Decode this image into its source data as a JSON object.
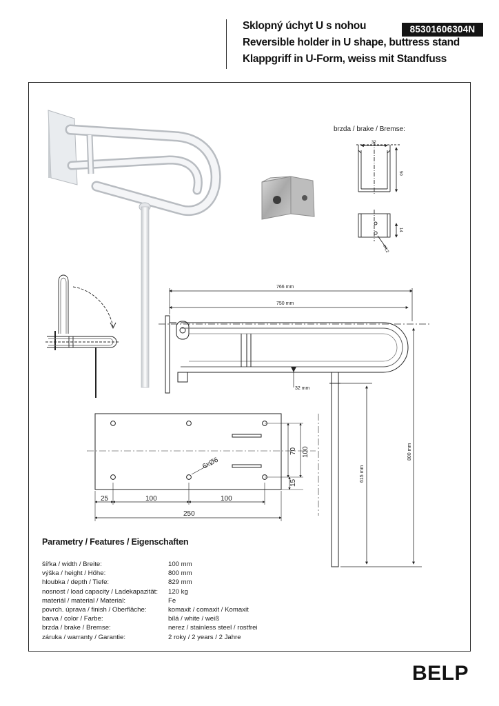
{
  "header": {
    "title_cs": "Sklopný úchyt U s nohou",
    "title_en": "Reversible holder in U shape, buttress stand",
    "title_de": "Klappgriff in U-Form, weiss mit Standfuss",
    "product_code": "85301606304N"
  },
  "brake_caption": "brzda / brake / Bremse:",
  "dimensions": {
    "overall_length": "766 mm",
    "rail_length": "750 mm",
    "tube_diameter": "32 mm",
    "total_height": "800 mm",
    "leg_height": "615 mm",
    "brake_width": "32",
    "brake_height": "50",
    "brake_hole_offset": "14",
    "brake_hole_dia": "ø4,2",
    "plate_holes": "6xØ6",
    "plate_d1": "25",
    "plate_d2": "100",
    "plate_d3": "100",
    "plate_width": "250",
    "plate_h1": "70",
    "plate_h2": "100",
    "plate_h3": "15"
  },
  "params": {
    "title": "Parametry / Features / Eigenschaften",
    "rows": [
      {
        "label": "šířka / width / Breite:",
        "value": "100 mm"
      },
      {
        "label": "výška / height / Höhe:",
        "value": "800 mm"
      },
      {
        "label": "hloubka / depth / Tiefe:",
        "value": "829 mm"
      },
      {
        "label": "nosnost / load capacity / Ladekapazität:",
        "value": "120 kg"
      },
      {
        "label": "materiál / material / Material:",
        "value": "Fe"
      },
      {
        "label": "povrch. úprava / finish / Oberfläche:",
        "value": "komaxit / comaxit / Komaxit"
      },
      {
        "label": "barva / color / Farbe:",
        "value": "bílá / white / weiß"
      },
      {
        "label": "brzda / brake / Bremse:",
        "value": "nerez / stainless steel / rostfrei"
      },
      {
        "label": "záruka / warranty / Garantie:",
        "value": "2 roky / 2 years / 2 Jahre"
      }
    ]
  },
  "brand": "BELP"
}
